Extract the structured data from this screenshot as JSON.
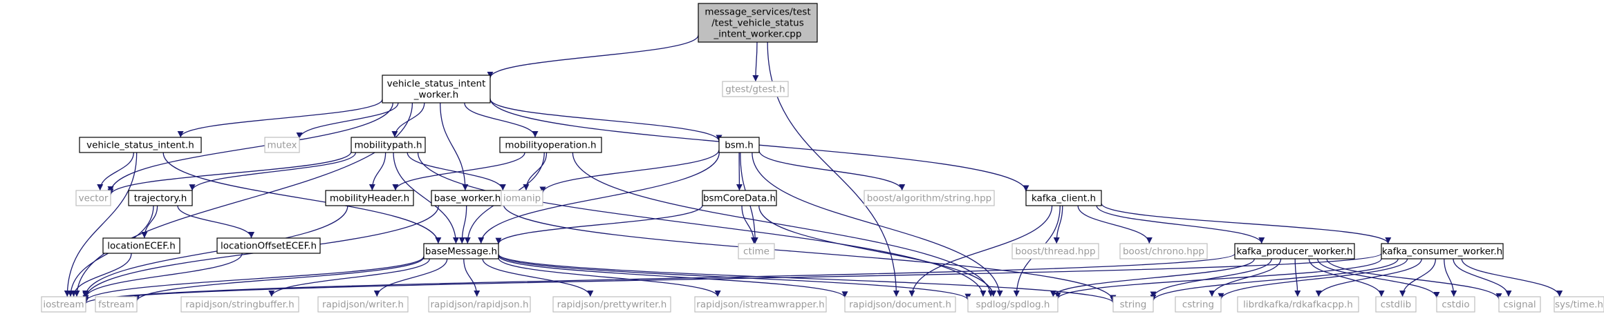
{
  "colors": {
    "edge": "#191970",
    "node_border": "#000000",
    "external_border": "#bfbfbf",
    "external_text": "#9a9a9a",
    "root_fill": "#bfbfbf",
    "text": "#000000"
  },
  "nodes": [
    {
      "id": "root",
      "lines": [
        "message_services/test",
        "/test_vehicle_status",
        "_intent_worker.cpp"
      ],
      "kind": "root"
    },
    {
      "id": "vsiw",
      "lines": [
        "vehicle_status_intent",
        "_worker.h"
      ],
      "kind": "local"
    },
    {
      "id": "gtest",
      "lines": [
        "gtest/gtest.h"
      ],
      "kind": "external"
    },
    {
      "id": "vsi",
      "lines": [
        "vehicle_status_intent.h"
      ],
      "kind": "local"
    },
    {
      "id": "mutex",
      "lines": [
        "mutex"
      ],
      "kind": "external"
    },
    {
      "id": "mpath",
      "lines": [
        "mobilitypath.h"
      ],
      "kind": "local"
    },
    {
      "id": "mop",
      "lines": [
        "mobilityoperation.h"
      ],
      "kind": "local"
    },
    {
      "id": "bsm",
      "lines": [
        "bsm.h"
      ],
      "kind": "local"
    },
    {
      "id": "kclient",
      "lines": [
        "kafka_client.h"
      ],
      "kind": "local"
    },
    {
      "id": "vector",
      "lines": [
        "vector"
      ],
      "kind": "external"
    },
    {
      "id": "traj",
      "lines": [
        "trajectory.h"
      ],
      "kind": "local"
    },
    {
      "id": "mheader",
      "lines": [
        "mobilityHeader.h"
      ],
      "kind": "local"
    },
    {
      "id": "bworker",
      "lines": [
        "base_worker.h"
      ],
      "kind": "local"
    },
    {
      "id": "iomanip",
      "lines": [
        "iomanip"
      ],
      "kind": "external"
    },
    {
      "id": "bsmcore",
      "lines": [
        "bsmCoreData.h"
      ],
      "kind": "local"
    },
    {
      "id": "boostalg",
      "lines": [
        "boost/algorithm/string.hpp"
      ],
      "kind": "external"
    },
    {
      "id": "locecef",
      "lines": [
        "locationECEF.h"
      ],
      "kind": "local"
    },
    {
      "id": "locoff",
      "lines": [
        "locationOffsetECEF.h"
      ],
      "kind": "local"
    },
    {
      "id": "ctime",
      "lines": [
        "ctime"
      ],
      "kind": "external"
    },
    {
      "id": "boostthread",
      "lines": [
        "boost/thread.hpp"
      ],
      "kind": "external"
    },
    {
      "id": "boostchrono",
      "lines": [
        "boost/chrono.hpp"
      ],
      "kind": "external"
    },
    {
      "id": "kprod",
      "lines": [
        "kafka_producer_worker.h"
      ],
      "kind": "local"
    },
    {
      "id": "kcons",
      "lines": [
        "kafka_consumer_worker.h"
      ],
      "kind": "local"
    },
    {
      "id": "basemsg",
      "lines": [
        "baseMessage.h"
      ],
      "kind": "local"
    },
    {
      "id": "iostream",
      "lines": [
        "iostream"
      ],
      "kind": "external"
    },
    {
      "id": "fstream",
      "lines": [
        "fstream"
      ],
      "kind": "external"
    },
    {
      "id": "rjsb",
      "lines": [
        "rapidjson/stringbuffer.h"
      ],
      "kind": "external"
    },
    {
      "id": "rjw",
      "lines": [
        "rapidjson/writer.h"
      ],
      "kind": "external"
    },
    {
      "id": "rjr",
      "lines": [
        "rapidjson/rapidjson.h"
      ],
      "kind": "external"
    },
    {
      "id": "rjpw",
      "lines": [
        "rapidjson/prettywriter.h"
      ],
      "kind": "external"
    },
    {
      "id": "rjisw",
      "lines": [
        "rapidjson/istreamwrapper.h"
      ],
      "kind": "external"
    },
    {
      "id": "rjdoc",
      "lines": [
        "rapidjson/document.h"
      ],
      "kind": "external"
    },
    {
      "id": "spdlog",
      "lines": [
        "spdlog/spdlog.h"
      ],
      "kind": "external"
    },
    {
      "id": "string",
      "lines": [
        "string"
      ],
      "kind": "external"
    },
    {
      "id": "cstring",
      "lines": [
        "cstring"
      ],
      "kind": "external"
    },
    {
      "id": "rdkafka",
      "lines": [
        "librdkafka/rdkafkacpp.h"
      ],
      "kind": "external"
    },
    {
      "id": "cstdlib",
      "lines": [
        "cstdlib"
      ],
      "kind": "external"
    },
    {
      "id": "cstdio",
      "lines": [
        "cstdio"
      ],
      "kind": "external"
    },
    {
      "id": "csignal",
      "lines": [
        "csignal"
      ],
      "kind": "external"
    },
    {
      "id": "systime",
      "lines": [
        "sys/time.h"
      ],
      "kind": "external"
    }
  ],
  "edges": [
    [
      "root",
      "vsiw"
    ],
    [
      "root",
      "gtest"
    ],
    [
      "root",
      "rjdoc"
    ],
    [
      "vsiw",
      "vsi"
    ],
    [
      "vsiw",
      "mutex"
    ],
    [
      "vsiw",
      "mpath"
    ],
    [
      "vsiw",
      "mop"
    ],
    [
      "vsiw",
      "bsm"
    ],
    [
      "vsiw",
      "kclient"
    ],
    [
      "vsiw",
      "vector"
    ],
    [
      "vsiw",
      "bworker"
    ],
    [
      "vsiw",
      "iostream"
    ],
    [
      "vsi",
      "vector"
    ],
    [
      "vsi",
      "basemsg"
    ],
    [
      "vsi",
      "iostream"
    ],
    [
      "mpath",
      "traj"
    ],
    [
      "mpath",
      "mheader"
    ],
    [
      "mpath",
      "iomanip"
    ],
    [
      "mpath",
      "basemsg"
    ],
    [
      "mpath",
      "vector"
    ],
    [
      "mpath",
      "spdlog"
    ],
    [
      "mop",
      "mheader"
    ],
    [
      "mop",
      "iomanip"
    ],
    [
      "mop",
      "basemsg"
    ],
    [
      "mop",
      "spdlog"
    ],
    [
      "bsm",
      "iomanip"
    ],
    [
      "bsm",
      "bsmcore"
    ],
    [
      "bsm",
      "boostalg"
    ],
    [
      "bsm",
      "ctime"
    ],
    [
      "bsm",
      "basemsg"
    ],
    [
      "bsm",
      "spdlog"
    ],
    [
      "traj",
      "locecef"
    ],
    [
      "traj",
      "locoff"
    ],
    [
      "traj",
      "iostream"
    ],
    [
      "mheader",
      "iostream"
    ],
    [
      "bworker",
      "basemsg"
    ],
    [
      "bworker",
      "iostream"
    ],
    [
      "bworker",
      "string"
    ],
    [
      "bsmcore",
      "ctime"
    ],
    [
      "bsmcore",
      "basemsg"
    ],
    [
      "bsmcore",
      "spdlog"
    ],
    [
      "locecef",
      "iostream"
    ],
    [
      "locoff",
      "iostream"
    ],
    [
      "kclient",
      "boostthread"
    ],
    [
      "kclient",
      "boostchrono"
    ],
    [
      "kclient",
      "kprod"
    ],
    [
      "kclient",
      "kcons"
    ],
    [
      "kclient",
      "spdlog"
    ],
    [
      "kclient",
      "rjdoc"
    ],
    [
      "basemsg",
      "iostream"
    ],
    [
      "basemsg",
      "fstream"
    ],
    [
      "basemsg",
      "rjsb"
    ],
    [
      "basemsg",
      "rjw"
    ],
    [
      "basemsg",
      "rjr"
    ],
    [
      "basemsg",
      "rjpw"
    ],
    [
      "basemsg",
      "rjisw"
    ],
    [
      "basemsg",
      "rjdoc"
    ],
    [
      "basemsg",
      "spdlog"
    ],
    [
      "basemsg",
      "string"
    ],
    [
      "kprod",
      "iostream"
    ],
    [
      "kprod",
      "string"
    ],
    [
      "kprod",
      "cstring"
    ],
    [
      "kprod",
      "rdkafka"
    ],
    [
      "kprod",
      "cstdlib"
    ],
    [
      "kprod",
      "cstdio"
    ],
    [
      "kprod",
      "csignal"
    ],
    [
      "kprod",
      "spdlog"
    ],
    [
      "kcons",
      "iostream"
    ],
    [
      "kcons",
      "string"
    ],
    [
      "kcons",
      "cstring"
    ],
    [
      "kcons",
      "rdkafka"
    ],
    [
      "kcons",
      "cstdlib"
    ],
    [
      "kcons",
      "cstdio"
    ],
    [
      "kcons",
      "csignal"
    ],
    [
      "kcons",
      "systime"
    ],
    [
      "kcons",
      "spdlog"
    ]
  ]
}
